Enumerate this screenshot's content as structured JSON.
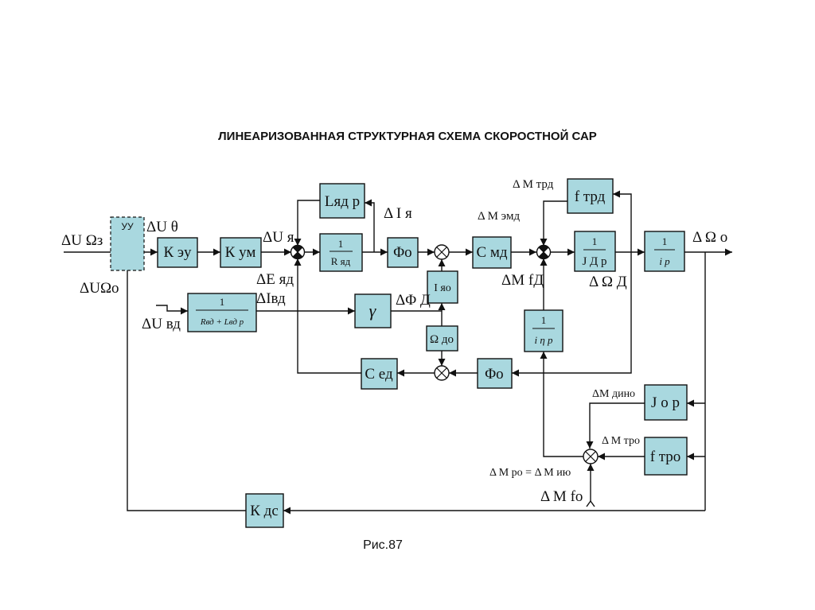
{
  "title": "ЛИНЕАРИЗОВАННАЯ СТРУКТУРНАЯ СХЕМА СКОРОСТНОЙ САР",
  "caption": "Рис.87",
  "blocks": {
    "uu": "УУ",
    "k_eu": "К эу",
    "k_um": "К ум",
    "l_yad_p": "Lяд p",
    "inv_r_yad_num": "1",
    "inv_r_yad_den": "R яд",
    "phi_o_top": "Φо",
    "c_md": "С мд",
    "f_trd": "f трд",
    "inv_jd_num": "1",
    "inv_jd_den": "J Д p",
    "inv_ip_num": "1",
    "inv_ip_den": "i р",
    "inv_rvd_num": "1",
    "inv_rvd_den": "Rвд + Lвд p",
    "gamma": "γ",
    "i_yao": "I яо",
    "omega_do": "Ω до",
    "inv_ieta_num": "1",
    "inv_ieta_den": "i η р",
    "c_ed": "С ед",
    "phi_o_bot": "Φо",
    "j_o_p": "J о p",
    "f_tro": "f тро",
    "k_ds": "К дс"
  },
  "signals": {
    "du_omega_z": "ΔU Ωз",
    "du_omega_o": "ΔUΩо",
    "du_theta": "ΔU θ",
    "du_ya": "ΔU я",
    "de_yad": "ΔE яд",
    "di_ya": "Δ I я",
    "dm_trd": "Δ M трд",
    "dm_emd": "Δ M эмд",
    "dm_fd": "ΔM fД",
    "domega_d": "Δ Ω Д",
    "domega_o": "Δ Ω о",
    "di_vd": "ΔIвд",
    "du_vd": "ΔU вд",
    "dphi_d": "ΔΦ Д",
    "dm_dino": "ΔM дино",
    "dm_tro": "Δ M тро",
    "dm_ro": "Δ M ро = Δ M ию",
    "dm_fo": "Δ M fо"
  }
}
